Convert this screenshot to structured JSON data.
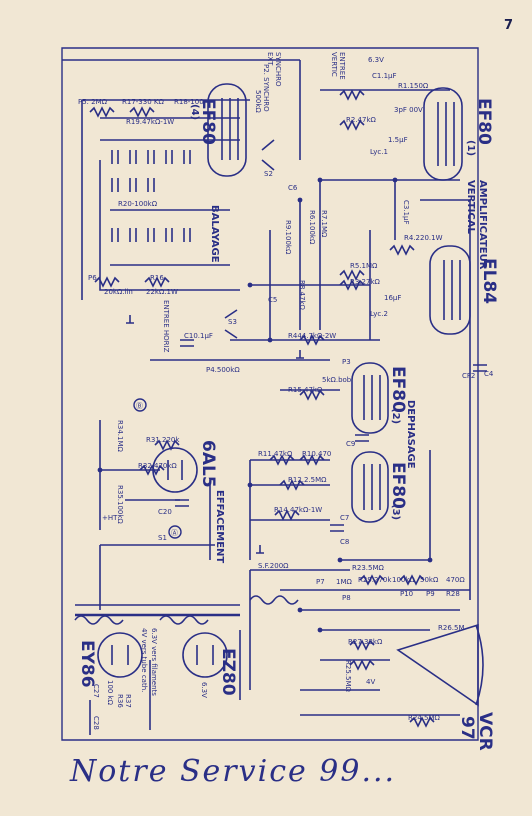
{
  "page_number": "7",
  "footer_text": "Notre Service 99...",
  "colors": {
    "paper": "#f1e7d4",
    "ink": "#2a2f86"
  },
  "tubes": {
    "ef80_4": "EF80",
    "ef80_4_num": "(4)",
    "ef80_1": "EF80",
    "ef80_1_num": "(1)",
    "el84": "EL84",
    "ef80_2": "EF80",
    "ef80_2_num": "(2)",
    "ef80_3": "EF80",
    "ef80_3_num": "(3)",
    "al5": "6AL5",
    "ey86": "EY86",
    "ez80": "EZ80",
    "vcr97": "VCR",
    "vcr97_num": "97"
  },
  "sections": {
    "amp_vertical_1": "AMPLIFICATEUR",
    "amp_vertical_2": "VERTICAL",
    "balayage": "BALAYAGE",
    "dephasage": "DEPHASAGE",
    "effacement": "EFFACEMENT"
  },
  "components": {
    "c1": "P5. 2MΩ",
    "c2": "R17-330 KΩ",
    "c3": "R18-100",
    "c4": "R19.47kΩ-1W",
    "c5": "R20-100kΩ",
    "c6": "P6",
    "c7": "20kΩ.lin",
    "c8": "R16",
    "c9": "22kΩ.1W",
    "c10": "P2. SYNCHRO",
    "c11": "500kΩ",
    "c12": "SYNCHRO",
    "c13": "EXT",
    "c14": "ENTREE",
    "c15": "VERTIC",
    "c16": "C1.1µF",
    "c17": "6.3V",
    "c18": "R1.150Ω",
    "c19": "R2.47kΩ",
    "c20": "3pF 00V",
    "c21": "1.5µF",
    "c22": "C3.1µF",
    "c23": "R4.220.1W",
    "c24": "R5.1MΩ",
    "c25": "R3.27kΩ",
    "c26": "16µF",
    "c27": "R6.100kΩ",
    "c28": "R7.1MΩ",
    "c29": "R8.47kΩ",
    "c30": "R9.100kΩ",
    "c31": "R444.7kΩ-2W",
    "c32": "P3",
    "c33": "5kΩ.bob",
    "c34": "R15.47kΩ",
    "c35": "C9",
    "c36": "C10.1µF",
    "c37": "P4.500kΩ",
    "c38": "ENTREE HORIZ",
    "c39": "S3",
    "c40": "R11.47kΩ",
    "c41": "R10.470",
    "c42": "R12.2.5MΩ",
    "c43": "R14.47kΩ-1W",
    "c44": "R34.1MΩ",
    "c45": "R31.220k",
    "c46": "R32.470kΩ",
    "c47": "R35.100kΩ",
    "c48": "C20",
    "c49": "R23.5MΩ",
    "c50": "S.F.200Ω",
    "c51": "P7",
    "c52": "1MΩ",
    "c53": "R29.270k",
    "c54": "100kΩ",
    "c55": "50kΩ",
    "c56": "470Ω",
    "c57": "P10",
    "c58": "P9",
    "c59": "R28",
    "c60": "P8",
    "c61": "R26.5M",
    "c62": "R27.33kΩ",
    "c63": "R25.5MΩ",
    "c64": "R24.5MΩ",
    "c65": "4V",
    "c66": "4V vers tube cath.",
    "c67": "6.3V vers filaments",
    "c68": "R36",
    "c69": "100 kΩ",
    "c70": "R37",
    "c71": "C27",
    "c72": "C28",
    "c73": "6.3V",
    "c74": "+HT",
    "c75": "S1",
    "c76": "S2",
    "c77": "Ⓐ",
    "c78": "Ⓑ",
    "c79": "C6",
    "c80": "C4",
    "c81": "C5",
    "c82": "CF2",
    "c83": "C7",
    "c84": "C8",
    "c85": "Lyc.1",
    "c86": "Lyc.2"
  }
}
